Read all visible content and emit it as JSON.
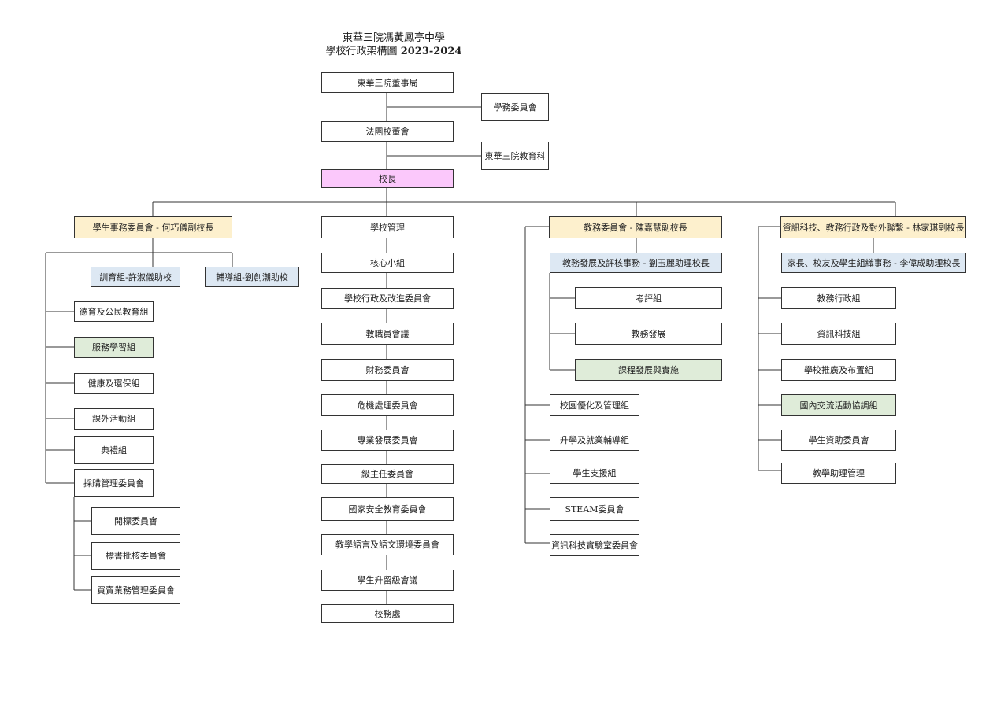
{
  "header": {
    "line1": "東華三院馮黃鳳亭中學",
    "line2_text": "學校行政架構圖 ",
    "line2_year": "2023-2024"
  },
  "nodes": {
    "board": "東華三院董事局",
    "academic_committee": "學務委員會",
    "school_mgmt_committee": "法團校董會",
    "twgh_education": "東華三院教育科",
    "principal": "校長",
    "student_affairs": "學生事務委員會 - 何巧儀副校長",
    "discipline": "訓育組-許淑儀助校",
    "counselling": "輔導組-劉創潮助校",
    "moral_civic": "德育及公民教育組",
    "service_learning": "服務學習組",
    "health_env": "健康及環保組",
    "ecactivities": "課外活動組",
    "ceremony": "典禮組",
    "procurement": "採購管理委員會",
    "tender_opening": "開標委員會",
    "tender_approval": "標書批核委員會",
    "trading": "買賣業務管理委員會",
    "school_management": "學校管理",
    "core_group": "核心小組",
    "admin_improvement": "學校行政及改進委員會",
    "staff_meeting": "教職員會議",
    "finance": "財務委員會",
    "crisis": "危機處理委員會",
    "prof_dev": "專業發展委員會",
    "form_teachers": "級主任委員會",
    "national_security": "國家安全教育委員會",
    "medium_language": "教學語言及語文環境委員會",
    "promotion_meeting": "學生升留級會議",
    "general_office": "校務處",
    "academic_affairs": "教務委員會 - 陳嘉慧副校長",
    "academic_dev_eval": "教務發展及評核事務 - 劉玉麗助理校長",
    "assessment": "考評組",
    "academic_dev": "教務發展",
    "curriculum": "課程發展與實施",
    "campus": "校園優化及管理組",
    "career": "升學及就業輔導組",
    "student_support": "學生支援組",
    "steam": "STEAM委員會",
    "it_lab": "資訊科技實驗室委員會",
    "it_admin_liaison": "資訊科技、教務行政及對外聯繫 - 林家琪副校長",
    "parents_alumni": "家長、校友及學生組織事務 - 李偉成助理校長",
    "academic_admin": "教務行政組",
    "it_group": "資訊科技組",
    "promotion_layout": "學校推廣及布置組",
    "mainland_exchange": "國內交流活動協調組",
    "student_aid": "學生資助委員會",
    "ta_management": "教學助理管理"
  },
  "colors": {
    "line": "#333333",
    "principal": "#fbc8fb",
    "vice_principal": "#fdf0cd",
    "assistant": "#dde8f3",
    "highlight_group": "#dfecd9"
  }
}
